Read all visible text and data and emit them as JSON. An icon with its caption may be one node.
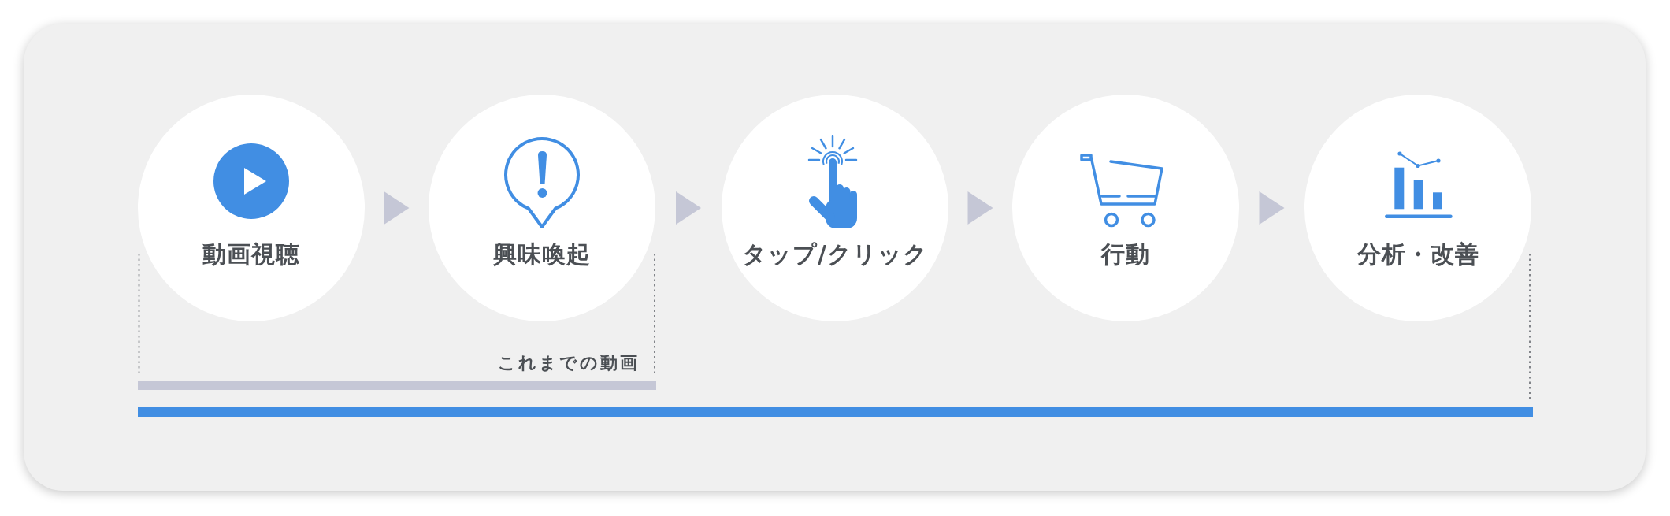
{
  "diagram": {
    "nodes": [
      {
        "text": [
          "動画視聴"
        ]
      },
      {
        "text": [
          "興味喚起"
        ]
      },
      {
        "text": [
          "タップ/クリック"
        ]
      },
      {
        "text": [
          "行動"
        ]
      },
      {
        "text": [
          "分析・改善"
        ]
      }
    ],
    "edges": [
      {
        "from": 0,
        "to": 1,
        "arrow": "to"
      },
      {
        "from": 1,
        "to": 2,
        "arrow": "to"
      },
      {
        "from": 2,
        "to": 3,
        "arrow": "to"
      },
      {
        "from": 3,
        "to": 4,
        "arrow": "to"
      }
    ],
    "labels": [
      "これまでの動画"
    ]
  }
}
